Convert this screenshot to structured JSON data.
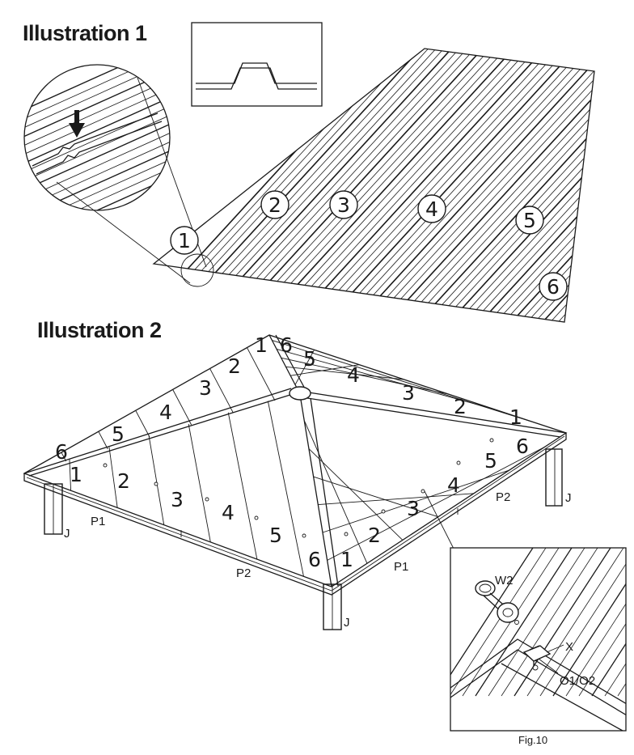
{
  "illustration1": {
    "title": "Illustration 1",
    "panel_numbers": [
      "1",
      "2",
      "3",
      "4",
      "5",
      "6"
    ]
  },
  "illustration2": {
    "title": "Illustration 2",
    "roof_numbers": {
      "back_left": [
        "1",
        "2",
        "3",
        "4",
        "5",
        "6"
      ],
      "back_right": [
        "6",
        "5",
        "4",
        "3",
        "2",
        "1"
      ],
      "right_side": [
        "6",
        "5",
        "4",
        "3"
      ],
      "front_left": [
        "1",
        "2",
        "3",
        "4",
        "5",
        "6"
      ],
      "front_right": [
        "1",
        "2",
        "3",
        "4",
        "5",
        "6"
      ]
    },
    "part_labels": {
      "post_left": "J",
      "post_right": "J",
      "post_front": "J",
      "beam_left": "P1",
      "beam_front": "P2",
      "beam_right_front": "P1",
      "beam_right": "P2"
    }
  },
  "detail": {
    "screw_label": "W2",
    "bracket_label": "X",
    "nut_label": "O1/O2"
  },
  "figure_caption": "Fig.10"
}
